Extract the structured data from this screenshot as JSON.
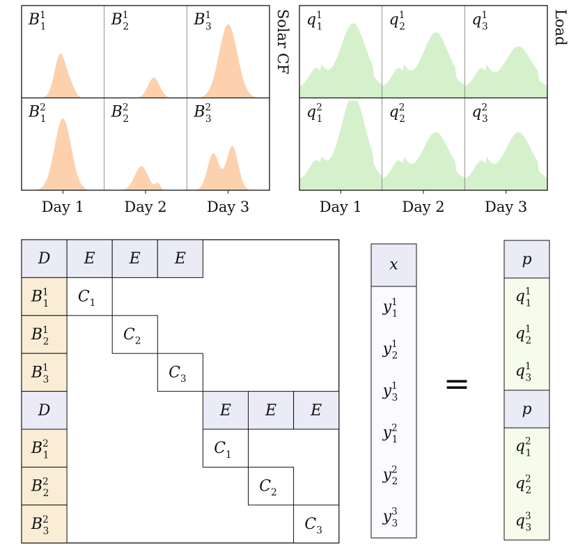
{
  "solar_panel": {
    "side_label": "Solar CF",
    "days": [
      "Day 1",
      "Day 2",
      "Day 3"
    ],
    "fill_color": "#fdd1ad",
    "rows": [
      [
        {
          "base": "B",
          "sub": "1",
          "sup": "1"
        },
        {
          "base": "B",
          "sub": "2",
          "sup": "1"
        },
        {
          "base": "B",
          "sub": "3",
          "sup": "1"
        }
      ],
      [
        {
          "base": "B",
          "sub": "1",
          "sup": "2"
        },
        {
          "base": "B",
          "sub": "2",
          "sup": "2"
        },
        {
          "base": "B",
          "sub": "3",
          "sup": "2"
        }
      ]
    ]
  },
  "load_panel": {
    "side_label": "Load",
    "days": [
      "Day 1",
      "Day 2",
      "Day 3"
    ],
    "fill_color": "#d4f1cc",
    "rows": [
      [
        {
          "base": "q",
          "sub": "1",
          "sup": "1"
        },
        {
          "base": "q",
          "sub": "2",
          "sup": "1"
        },
        {
          "base": "q",
          "sub": "3",
          "sup": "1"
        }
      ],
      [
        {
          "base": "q",
          "sub": "1",
          "sup": "2"
        },
        {
          "base": "q",
          "sub": "2",
          "sup": "2"
        },
        {
          "base": "q",
          "sub": "3",
          "sup": "2"
        }
      ]
    ]
  },
  "matrix": {
    "colors": {
      "header": "#ebebf7",
      "b_block": "#f9edd6",
      "c_block": "#ffffff"
    },
    "rows": [
      [
        {
          "col": 0,
          "base": "D",
          "kind": "header"
        },
        {
          "col": 1,
          "base": "E",
          "kind": "header"
        },
        {
          "col": 2,
          "base": "E",
          "kind": "header"
        },
        {
          "col": 3,
          "base": "E",
          "kind": "header"
        }
      ],
      [
        {
          "col": 0,
          "base": "B",
          "sub": "1",
          "sup": "1",
          "kind": "b"
        },
        {
          "col": 1,
          "base": "C",
          "sub": "1",
          "kind": "c"
        }
      ],
      [
        {
          "col": 0,
          "base": "B",
          "sub": "2",
          "sup": "1",
          "kind": "b"
        },
        {
          "col": 2,
          "base": "C",
          "sub": "2",
          "kind": "c"
        }
      ],
      [
        {
          "col": 0,
          "base": "B",
          "sub": "3",
          "sup": "1",
          "kind": "b"
        },
        {
          "col": 3,
          "base": "C",
          "sub": "3",
          "kind": "c"
        }
      ],
      [
        {
          "col": 0,
          "base": "D",
          "kind": "header"
        },
        {
          "col": 4,
          "base": "E",
          "kind": "header"
        },
        {
          "col": 5,
          "base": "E",
          "kind": "header"
        },
        {
          "col": 6,
          "base": "E",
          "kind": "header"
        }
      ],
      [
        {
          "col": 0,
          "base": "B",
          "sub": "1",
          "sup": "2",
          "kind": "b"
        },
        {
          "col": 4,
          "base": "C",
          "sub": "1",
          "kind": "c"
        }
      ],
      [
        {
          "col": 0,
          "base": "B",
          "sub": "2",
          "sup": "2",
          "kind": "b"
        },
        {
          "col": 5,
          "base": "C",
          "sub": "2",
          "kind": "c"
        }
      ],
      [
        {
          "col": 0,
          "base": "B",
          "sub": "3",
          "sup": "2",
          "kind": "b"
        },
        {
          "col": 6,
          "base": "C",
          "sub": "3",
          "kind": "c"
        }
      ]
    ]
  },
  "vector_x": {
    "colors": {
      "header": "#ebebf7",
      "body": "#fafaff"
    },
    "header": {
      "base": "x"
    },
    "items": [
      {
        "base": "y",
        "sub": "1",
        "sup": "1"
      },
      {
        "base": "y",
        "sub": "2",
        "sup": "1"
      },
      {
        "base": "y",
        "sub": "3",
        "sup": "1"
      },
      {
        "base": "y",
        "sub": "1",
        "sup": "2"
      },
      {
        "base": "y",
        "sub": "2",
        "sup": "2"
      },
      {
        "base": "y",
        "sub": "3",
        "sup": "3"
      }
    ]
  },
  "equals_sign": "=",
  "vector_rhs": {
    "colors": {
      "header": "#ebebf7",
      "body": "#f6fbec"
    },
    "blocks": [
      {
        "header": {
          "base": "p"
        },
        "items": [
          {
            "base": "q",
            "sub": "1",
            "sup": "1"
          },
          {
            "base": "q",
            "sub": "2",
            "sup": "1"
          },
          {
            "base": "q",
            "sub": "3",
            "sup": "1"
          }
        ]
      },
      {
        "header": {
          "base": "p"
        },
        "items": [
          {
            "base": "q",
            "sub": "1",
            "sup": "2"
          },
          {
            "base": "q",
            "sub": "2",
            "sup": "2"
          },
          {
            "base": "q",
            "sub": "3",
            "sup": "3"
          }
        ]
      }
    ]
  }
}
